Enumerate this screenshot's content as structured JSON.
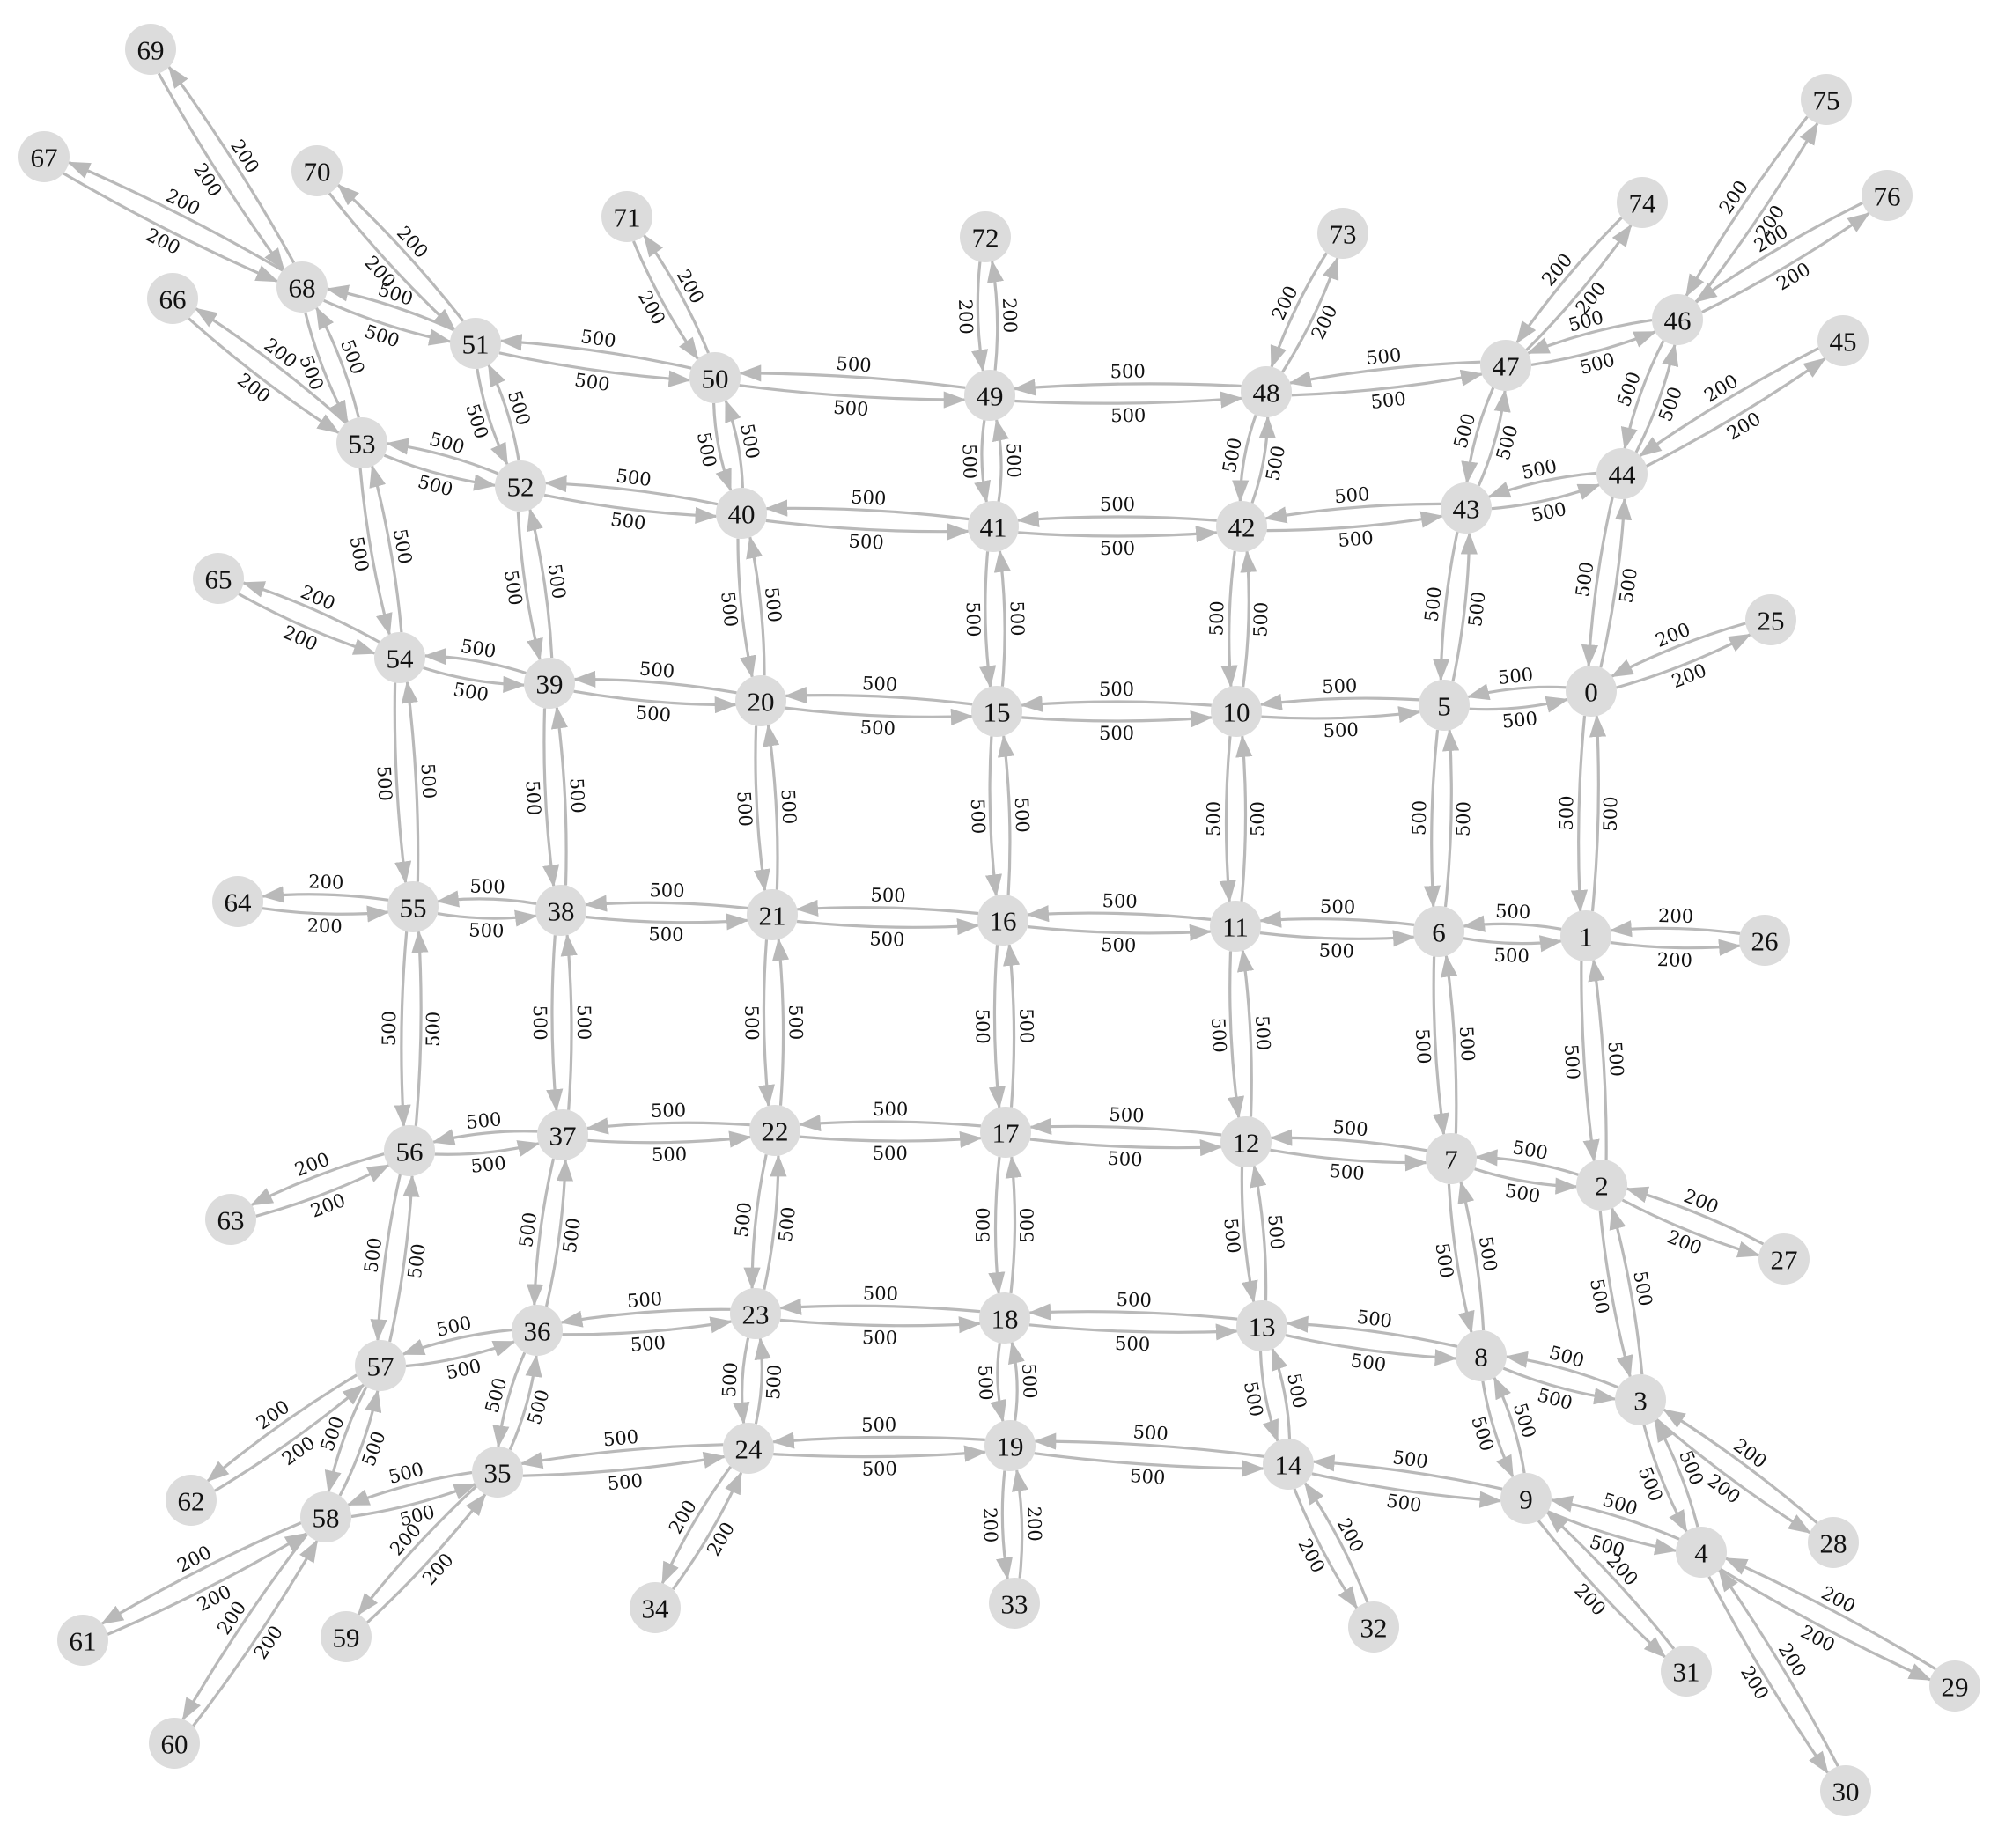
{
  "graph": {
    "colors": {
      "node_fill": "#dcdcdc",
      "edge": "#b9b9b9",
      "text": "#111111",
      "background": "#ffffff"
    },
    "nodes": [
      {
        "id": "0"
      },
      {
        "id": "1"
      },
      {
        "id": "2"
      },
      {
        "id": "3"
      },
      {
        "id": "4"
      },
      {
        "id": "5"
      },
      {
        "id": "6"
      },
      {
        "id": "7"
      },
      {
        "id": "8"
      },
      {
        "id": "9"
      },
      {
        "id": "10"
      },
      {
        "id": "11"
      },
      {
        "id": "12"
      },
      {
        "id": "13"
      },
      {
        "id": "14"
      },
      {
        "id": "15"
      },
      {
        "id": "16"
      },
      {
        "id": "17"
      },
      {
        "id": "18"
      },
      {
        "id": "19"
      },
      {
        "id": "20"
      },
      {
        "id": "21"
      },
      {
        "id": "22"
      },
      {
        "id": "23"
      },
      {
        "id": "24"
      },
      {
        "id": "25"
      },
      {
        "id": "26"
      },
      {
        "id": "27"
      },
      {
        "id": "28"
      },
      {
        "id": "29"
      },
      {
        "id": "30"
      },
      {
        "id": "31"
      },
      {
        "id": "32"
      },
      {
        "id": "33"
      },
      {
        "id": "34"
      },
      {
        "id": "35"
      },
      {
        "id": "36"
      },
      {
        "id": "37"
      },
      {
        "id": "38"
      },
      {
        "id": "39"
      },
      {
        "id": "40"
      },
      {
        "id": "41"
      },
      {
        "id": "42"
      },
      {
        "id": "43"
      },
      {
        "id": "44"
      },
      {
        "id": "45"
      },
      {
        "id": "46"
      },
      {
        "id": "47"
      },
      {
        "id": "48"
      },
      {
        "id": "49"
      },
      {
        "id": "50"
      },
      {
        "id": "51"
      },
      {
        "id": "52"
      },
      {
        "id": "53"
      },
      {
        "id": "54"
      },
      {
        "id": "55"
      },
      {
        "id": "56"
      },
      {
        "id": "57"
      },
      {
        "id": "58"
      },
      {
        "id": "59"
      },
      {
        "id": "60"
      },
      {
        "id": "61"
      },
      {
        "id": "62"
      },
      {
        "id": "63"
      },
      {
        "id": "64"
      },
      {
        "id": "65"
      },
      {
        "id": "66"
      },
      {
        "id": "67"
      },
      {
        "id": "68"
      },
      {
        "id": "69"
      },
      {
        "id": "70"
      },
      {
        "id": "71"
      },
      {
        "id": "72"
      },
      {
        "id": "73"
      },
      {
        "id": "74"
      },
      {
        "id": "75"
      },
      {
        "id": "76"
      }
    ],
    "edges": [
      {
        "a": "0",
        "b": "1",
        "label": "500"
      },
      {
        "a": "1",
        "b": "2",
        "label": "500"
      },
      {
        "a": "2",
        "b": "3",
        "label": "500"
      },
      {
        "a": "3",
        "b": "4",
        "label": "500"
      },
      {
        "a": "5",
        "b": "6",
        "label": "500"
      },
      {
        "a": "6",
        "b": "7",
        "label": "500"
      },
      {
        "a": "7",
        "b": "8",
        "label": "500"
      },
      {
        "a": "8",
        "b": "9",
        "label": "500"
      },
      {
        "a": "10",
        "b": "11",
        "label": "500"
      },
      {
        "a": "11",
        "b": "12",
        "label": "500"
      },
      {
        "a": "12",
        "b": "13",
        "label": "500"
      },
      {
        "a": "13",
        "b": "14",
        "label": "500"
      },
      {
        "a": "15",
        "b": "16",
        "label": "500"
      },
      {
        "a": "16",
        "b": "17",
        "label": "500"
      },
      {
        "a": "17",
        "b": "18",
        "label": "500"
      },
      {
        "a": "18",
        "b": "19",
        "label": "500"
      },
      {
        "a": "20",
        "b": "21",
        "label": "500"
      },
      {
        "a": "21",
        "b": "22",
        "label": "500"
      },
      {
        "a": "22",
        "b": "23",
        "label": "500"
      },
      {
        "a": "23",
        "b": "24",
        "label": "500"
      },
      {
        "a": "39",
        "b": "38",
        "label": "500"
      },
      {
        "a": "38",
        "b": "37",
        "label": "500"
      },
      {
        "a": "37",
        "b": "36",
        "label": "500"
      },
      {
        "a": "36",
        "b": "35",
        "label": "500"
      },
      {
        "a": "54",
        "b": "55",
        "label": "500"
      },
      {
        "a": "55",
        "b": "56",
        "label": "500"
      },
      {
        "a": "56",
        "b": "57",
        "label": "500"
      },
      {
        "a": "57",
        "b": "58",
        "label": "500"
      },
      {
        "a": "44",
        "b": "0",
        "label": "500"
      },
      {
        "a": "43",
        "b": "5",
        "label": "500"
      },
      {
        "a": "42",
        "b": "10",
        "label": "500"
      },
      {
        "a": "41",
        "b": "15",
        "label": "500"
      },
      {
        "a": "40",
        "b": "20",
        "label": "500"
      },
      {
        "a": "52",
        "b": "39",
        "label": "500"
      },
      {
        "a": "53",
        "b": "54",
        "label": "500"
      },
      {
        "a": "47",
        "b": "43",
        "label": "500"
      },
      {
        "a": "46",
        "b": "44",
        "label": "500"
      },
      {
        "a": "48",
        "b": "42",
        "label": "500"
      },
      {
        "a": "49",
        "b": "41",
        "label": "500"
      },
      {
        "a": "50",
        "b": "40",
        "label": "500"
      },
      {
        "a": "51",
        "b": "52",
        "label": "500"
      },
      {
        "a": "68",
        "b": "53",
        "label": "500"
      },
      {
        "a": "0",
        "b": "5",
        "label": "500"
      },
      {
        "a": "5",
        "b": "10",
        "label": "500"
      },
      {
        "a": "10",
        "b": "15",
        "label": "500"
      },
      {
        "a": "15",
        "b": "20",
        "label": "500"
      },
      {
        "a": "20",
        "b": "39",
        "label": "500"
      },
      {
        "a": "39",
        "b": "54",
        "label": "500"
      },
      {
        "a": "1",
        "b": "6",
        "label": "500"
      },
      {
        "a": "6",
        "b": "11",
        "label": "500"
      },
      {
        "a": "11",
        "b": "16",
        "label": "500"
      },
      {
        "a": "16",
        "b": "21",
        "label": "500"
      },
      {
        "a": "21",
        "b": "38",
        "label": "500"
      },
      {
        "a": "38",
        "b": "55",
        "label": "500"
      },
      {
        "a": "2",
        "b": "7",
        "label": "500"
      },
      {
        "a": "7",
        "b": "12",
        "label": "500"
      },
      {
        "a": "12",
        "b": "17",
        "label": "500"
      },
      {
        "a": "17",
        "b": "22",
        "label": "500"
      },
      {
        "a": "22",
        "b": "37",
        "label": "500"
      },
      {
        "a": "37",
        "b": "56",
        "label": "500"
      },
      {
        "a": "3",
        "b": "8",
        "label": "500"
      },
      {
        "a": "8",
        "b": "13",
        "label": "500"
      },
      {
        "a": "13",
        "b": "18",
        "label": "500"
      },
      {
        "a": "18",
        "b": "23",
        "label": "500"
      },
      {
        "a": "23",
        "b": "36",
        "label": "500"
      },
      {
        "a": "36",
        "b": "57",
        "label": "500"
      },
      {
        "a": "4",
        "b": "9",
        "label": "500"
      },
      {
        "a": "9",
        "b": "14",
        "label": "500"
      },
      {
        "a": "14",
        "b": "19",
        "label": "500"
      },
      {
        "a": "19",
        "b": "24",
        "label": "500"
      },
      {
        "a": "24",
        "b": "35",
        "label": "500"
      },
      {
        "a": "35",
        "b": "58",
        "label": "500"
      },
      {
        "a": "44",
        "b": "43",
        "label": "500"
      },
      {
        "a": "43",
        "b": "42",
        "label": "500"
      },
      {
        "a": "42",
        "b": "41",
        "label": "500"
      },
      {
        "a": "41",
        "b": "40",
        "label": "500"
      },
      {
        "a": "40",
        "b": "52",
        "label": "500"
      },
      {
        "a": "52",
        "b": "53",
        "label": "500"
      },
      {
        "a": "46",
        "b": "47",
        "label": "500"
      },
      {
        "a": "47",
        "b": "48",
        "label": "500"
      },
      {
        "a": "48",
        "b": "49",
        "label": "500"
      },
      {
        "a": "49",
        "b": "50",
        "label": "500"
      },
      {
        "a": "50",
        "b": "51",
        "label": "500"
      },
      {
        "a": "51",
        "b": "68",
        "label": "500"
      },
      {
        "a": "0",
        "b": "25",
        "label": "200"
      },
      {
        "a": "1",
        "b": "26",
        "label": "200"
      },
      {
        "a": "2",
        "b": "27",
        "label": "200"
      },
      {
        "a": "3",
        "b": "28",
        "label": "200"
      },
      {
        "a": "4",
        "b": "29",
        "label": "200"
      },
      {
        "a": "4",
        "b": "30",
        "label": "200"
      },
      {
        "a": "9",
        "b": "31",
        "label": "200"
      },
      {
        "a": "14",
        "b": "32",
        "label": "200"
      },
      {
        "a": "19",
        "b": "33",
        "label": "200"
      },
      {
        "a": "24",
        "b": "34",
        "label": "200"
      },
      {
        "a": "35",
        "b": "59",
        "label": "200"
      },
      {
        "a": "58",
        "b": "60",
        "label": "200"
      },
      {
        "a": "58",
        "b": "61",
        "label": "200"
      },
      {
        "a": "57",
        "b": "62",
        "label": "200"
      },
      {
        "a": "56",
        "b": "63",
        "label": "200"
      },
      {
        "a": "55",
        "b": "64",
        "label": "200"
      },
      {
        "a": "54",
        "b": "65",
        "label": "200"
      },
      {
        "a": "53",
        "b": "66",
        "label": "200"
      },
      {
        "a": "68",
        "b": "67",
        "label": "200"
      },
      {
        "a": "68",
        "b": "69",
        "label": "200"
      },
      {
        "a": "51",
        "b": "70",
        "label": "200"
      },
      {
        "a": "50",
        "b": "71",
        "label": "200"
      },
      {
        "a": "49",
        "b": "72",
        "label": "200"
      },
      {
        "a": "48",
        "b": "73",
        "label": "200"
      },
      {
        "a": "47",
        "b": "74",
        "label": "200"
      },
      {
        "a": "46",
        "b": "75",
        "label": "200"
      },
      {
        "a": "46",
        "b": "76",
        "label": "200"
      },
      {
        "a": "44",
        "b": "45",
        "label": "200"
      }
    ]
  }
}
